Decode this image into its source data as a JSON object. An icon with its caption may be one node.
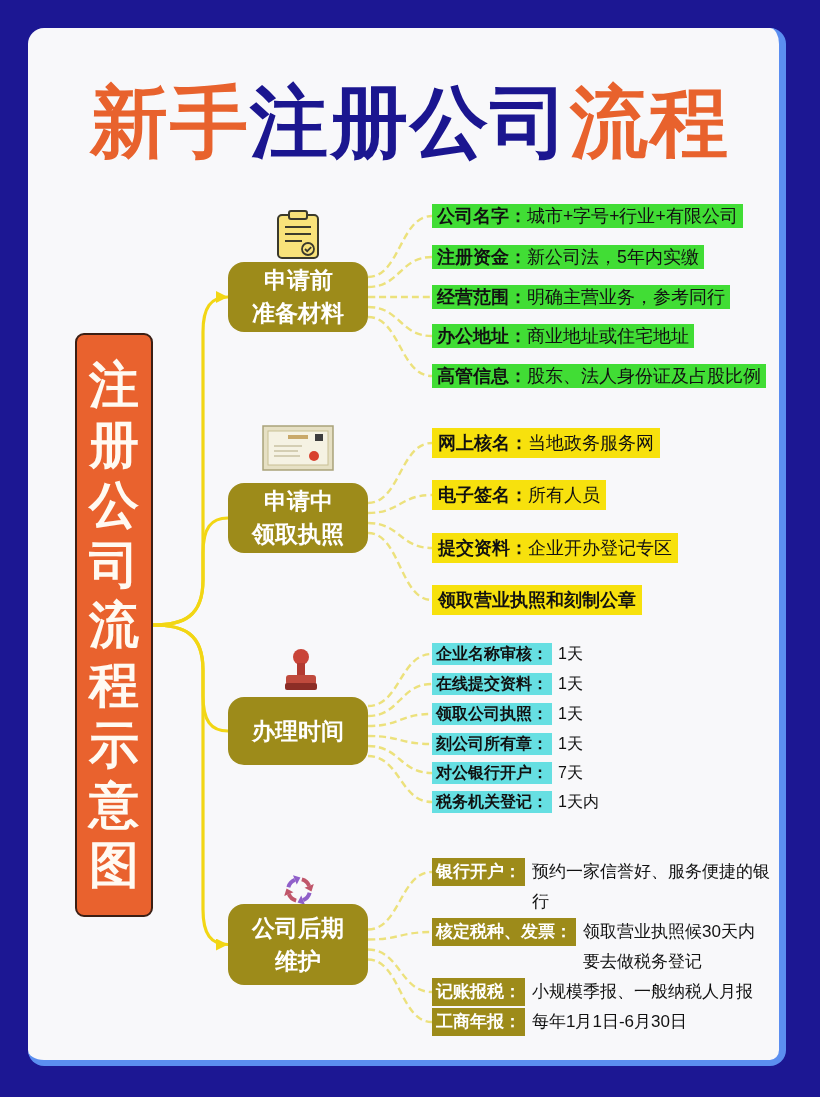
{
  "diagram": {
    "title": "新手**注册公司**流程",
    "nodes": [
      {
        "text": [
          "注册公司流程示意图"
        ]
      },
      {
        "text": [
          "申请前准备材料"
        ]
      },
      {
        "text": [
          "**公司名字：**城市+字号+行业+有限公司"
        ]
      },
      {
        "text": [
          "**注册资金：**新公司法，5年内实缴"
        ]
      },
      {
        "text": [
          "**经营范围：**明确主营业务，参考同行"
        ]
      },
      {
        "text": [
          "**办公地址：**商业地址或住宅地址"
        ]
      },
      {
        "text": [
          "**高管信息：**股东、法人身份证及占股比例"
        ]
      },
      {
        "text": [
          "申请中领取执照"
        ]
      },
      {
        "text": [
          "**网上核名：**当地政务服务网"
        ]
      },
      {
        "text": [
          "**电子签名：**所有人员"
        ]
      },
      {
        "text": [
          "**提交资料：**企业开办登记专区"
        ]
      },
      {
        "text": [
          "领取营业执照和刻制公章"
        ]
      },
      {
        "text": [
          "办理时间"
        ]
      },
      {
        "text": [
          "企业名称审核："
        ],
        "beside": [
          "1天"
        ]
      },
      {
        "text": [
          "在线提交资料："
        ],
        "beside": [
          "1天"
        ]
      },
      {
        "text": [
          "领取公司执照："
        ],
        "beside": [
          "1天"
        ]
      },
      {
        "text": [
          "刻公司所有章："
        ],
        "beside": [
          "1天"
        ]
      },
      {
        "text": [
          "对公银行开户："
        ],
        "beside": [
          "7天"
        ]
      },
      {
        "text": [
          "税务机关登记："
        ],
        "beside": [
          "1天内"
        ]
      },
      {
        "text": [
          "公司后期维护"
        ]
      },
      {
        "text": [
          "银行开户："
        ],
        "beside": [
          "预约一家信誉好、服务便捷的银行"
        ]
      },
      {
        "text": [
          "核定税种、发票："
        ],
        "beside": [
          "领取营业执照候30天内要去做税务登记"
        ]
      },
      {
        "text": [
          "记账报税："
        ],
        "beside": [
          "小规模季报、一般纳税人月报"
        ]
      },
      {
        "text": [
          "工商年报："
        ],
        "beside": [
          "每年1月1日-6月30日"
        ]
      }
    ],
    "edges": [
      {
        "from": 0,
        "to": 1,
        "arrow": "to",
        "color": "#f2d614"
      },
      {
        "from": 0,
        "to": 7,
        "arrow": "none",
        "color": "#f2d614"
      },
      {
        "from": 0,
        "to": 12,
        "arrow": "none",
        "color": "#f2d614"
      },
      {
        "from": 0,
        "to": 19,
        "arrow": "to",
        "color": "#f2d614"
      },
      {
        "from": 1,
        "to": 2,
        "arrow": "none",
        "style": "dashed"
      },
      {
        "from": 1,
        "to": 3,
        "arrow": "none",
        "style": "dashed"
      },
      {
        "from": 1,
        "to": 4,
        "arrow": "none",
        "style": "dashed"
      },
      {
        "from": 1,
        "to": 5,
        "arrow": "none",
        "style": "dashed"
      },
      {
        "from": 1,
        "to": 6,
        "arrow": "none",
        "style": "dashed"
      },
      {
        "from": 7,
        "to": 8,
        "arrow": "none",
        "style": "dashed"
      },
      {
        "from": 7,
        "to": 9,
        "arrow": "none",
        "style": "dashed"
      },
      {
        "from": 7,
        "to": 10,
        "arrow": "none",
        "style": "dashed"
      },
      {
        "from": 7,
        "to": 11,
        "arrow": "none",
        "style": "dashed"
      },
      {
        "from": 12,
        "to": 13,
        "arrow": "none",
        "style": "dashed"
      },
      {
        "from": 12,
        "to": 14,
        "arrow": "none",
        "style": "dashed"
      },
      {
        "from": 12,
        "to": 15,
        "arrow": "none",
        "style": "dashed"
      },
      {
        "from": 12,
        "to": 16,
        "arrow": "none",
        "style": "dashed"
      },
      {
        "from": 12,
        "to": 17,
        "arrow": "none",
        "style": "dashed"
      },
      {
        "from": 12,
        "to": 18,
        "arrow": "none",
        "style": "dashed"
      },
      {
        "from": 19,
        "to": 20,
        "arrow": "none",
        "style": "dashed"
      },
      {
        "from": 19,
        "to": 21,
        "arrow": "none",
        "style": "dashed"
      },
      {
        "from": 19,
        "to": 22,
        "arrow": "none",
        "style": "dashed"
      },
      {
        "from": 19,
        "to": 23,
        "arrow": "none",
        "style": "dashed"
      }
    ]
  }
}
